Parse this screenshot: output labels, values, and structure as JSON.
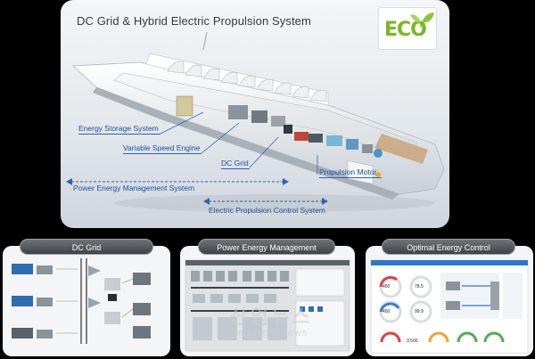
{
  "hero": {
    "title": "DC Grid & Hybrid Electric Propulsion System",
    "eco_badge": "ECO",
    "callouts": {
      "energy_storage": "Energy Storage System",
      "variable_speed_engine": "Variable Speed Engine",
      "dc_grid": "DC Grid",
      "propulsion_motor": "Propulsion Motor",
      "power_energy_management": "Power Energy Management System",
      "electric_propulsion_control": "Electric Propulsion Control System"
    }
  },
  "panels": [
    {
      "title": "DC Grid"
    },
    {
      "title": "Power Energy Management"
    },
    {
      "title": "Optimal Energy Control"
    }
  ],
  "dashboard": {
    "values": [
      "450",
      "78.5",
      "450",
      "99.9",
      "3,500"
    ]
  },
  "watermark": {
    "main": "산업뉴스",
    "sub": "Industry News"
  },
  "colors": {
    "accent_blue": "#1a4f9c",
    "eco_green": "#79b825",
    "panel_header": "#4a4e52"
  }
}
